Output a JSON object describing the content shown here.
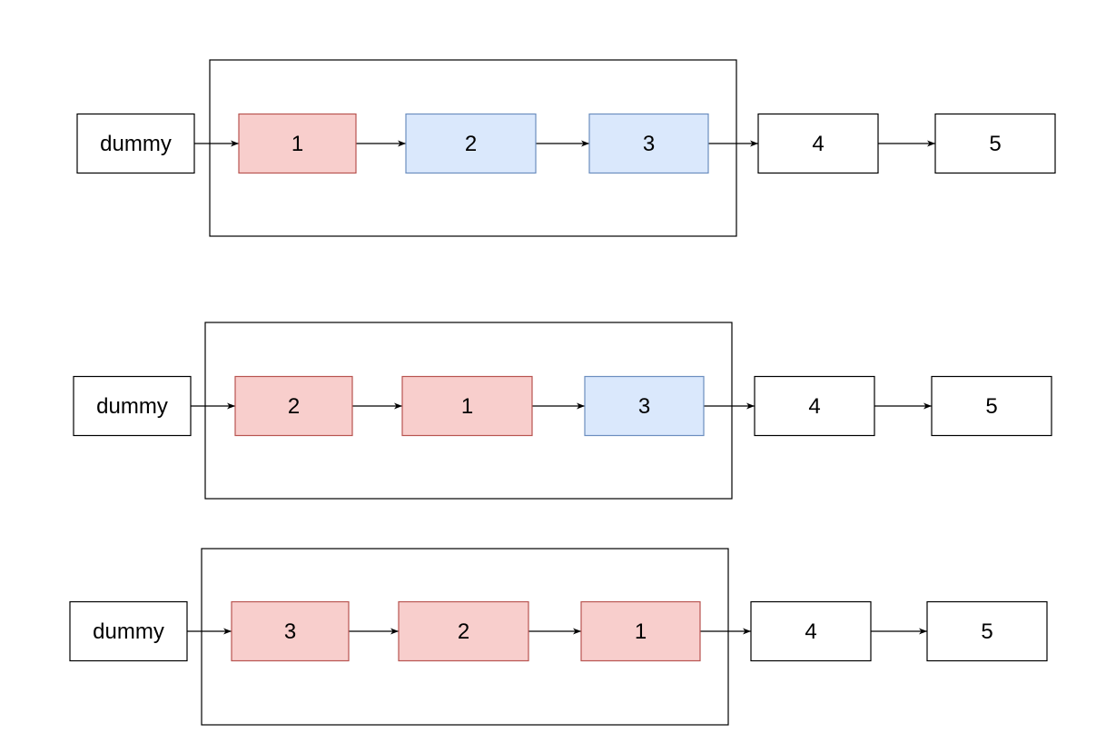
{
  "colors": {
    "highlight_fill": "#f8cecc",
    "highlight_stroke": "#b85450",
    "pending_fill": "#dae8fc",
    "pending_stroke": "#6c8ebf",
    "plain_fill": "#ffffff",
    "plain_stroke": "#000000"
  },
  "rows": [
    {
      "nodes": [
        {
          "label": "dummy",
          "state": "plain"
        },
        {
          "label": "1",
          "state": "highlight"
        },
        {
          "label": "2",
          "state": "pending"
        },
        {
          "label": "3",
          "state": "pending"
        },
        {
          "label": "4",
          "state": "plain"
        },
        {
          "label": "5",
          "state": "plain"
        }
      ]
    },
    {
      "nodes": [
        {
          "label": "dummy",
          "state": "plain"
        },
        {
          "label": "2",
          "state": "highlight"
        },
        {
          "label": "1",
          "state": "highlight"
        },
        {
          "label": "3",
          "state": "pending"
        },
        {
          "label": "4",
          "state": "plain"
        },
        {
          "label": "5",
          "state": "plain"
        }
      ]
    },
    {
      "nodes": [
        {
          "label": "dummy",
          "state": "plain"
        },
        {
          "label": "3",
          "state": "highlight"
        },
        {
          "label": "2",
          "state": "highlight"
        },
        {
          "label": "1",
          "state": "highlight"
        },
        {
          "label": "4",
          "state": "plain"
        },
        {
          "label": "5",
          "state": "plain"
        }
      ]
    }
  ]
}
